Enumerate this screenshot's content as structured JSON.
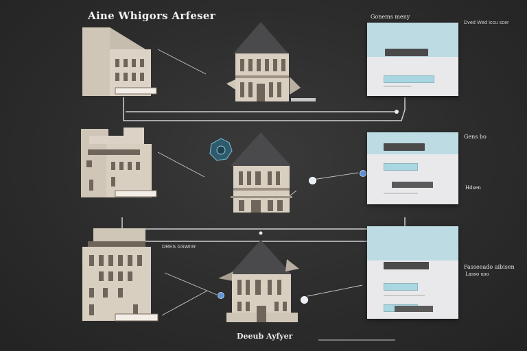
{
  "header": {
    "title": "Aine Whigors Arfeser"
  },
  "footer": {
    "title": "Deeub Ayfyer"
  },
  "right_column": {
    "top_heading": "Gonems meny",
    "row1_note": "Dved Wed iccu scer",
    "row2_heading": "Gens bo",
    "row2_note": "Hdsen",
    "row3_heading": "Fasseeado aibisen",
    "row3_note": "Lasso uso"
  },
  "mid_labels": {
    "row3_label": "DRES GSWIIR"
  },
  "colors": {
    "background": "#2b2b2b",
    "panel": "#e9e9ec",
    "panel_header": "#bcdbe3",
    "field": "#a8d6e1",
    "accent_dot": "#5f93d8",
    "roof": "#4a4a4c",
    "wall": "#d8cfc1"
  },
  "icons": {
    "gear": "gear-icon",
    "connector": "connector-dot-icon"
  }
}
